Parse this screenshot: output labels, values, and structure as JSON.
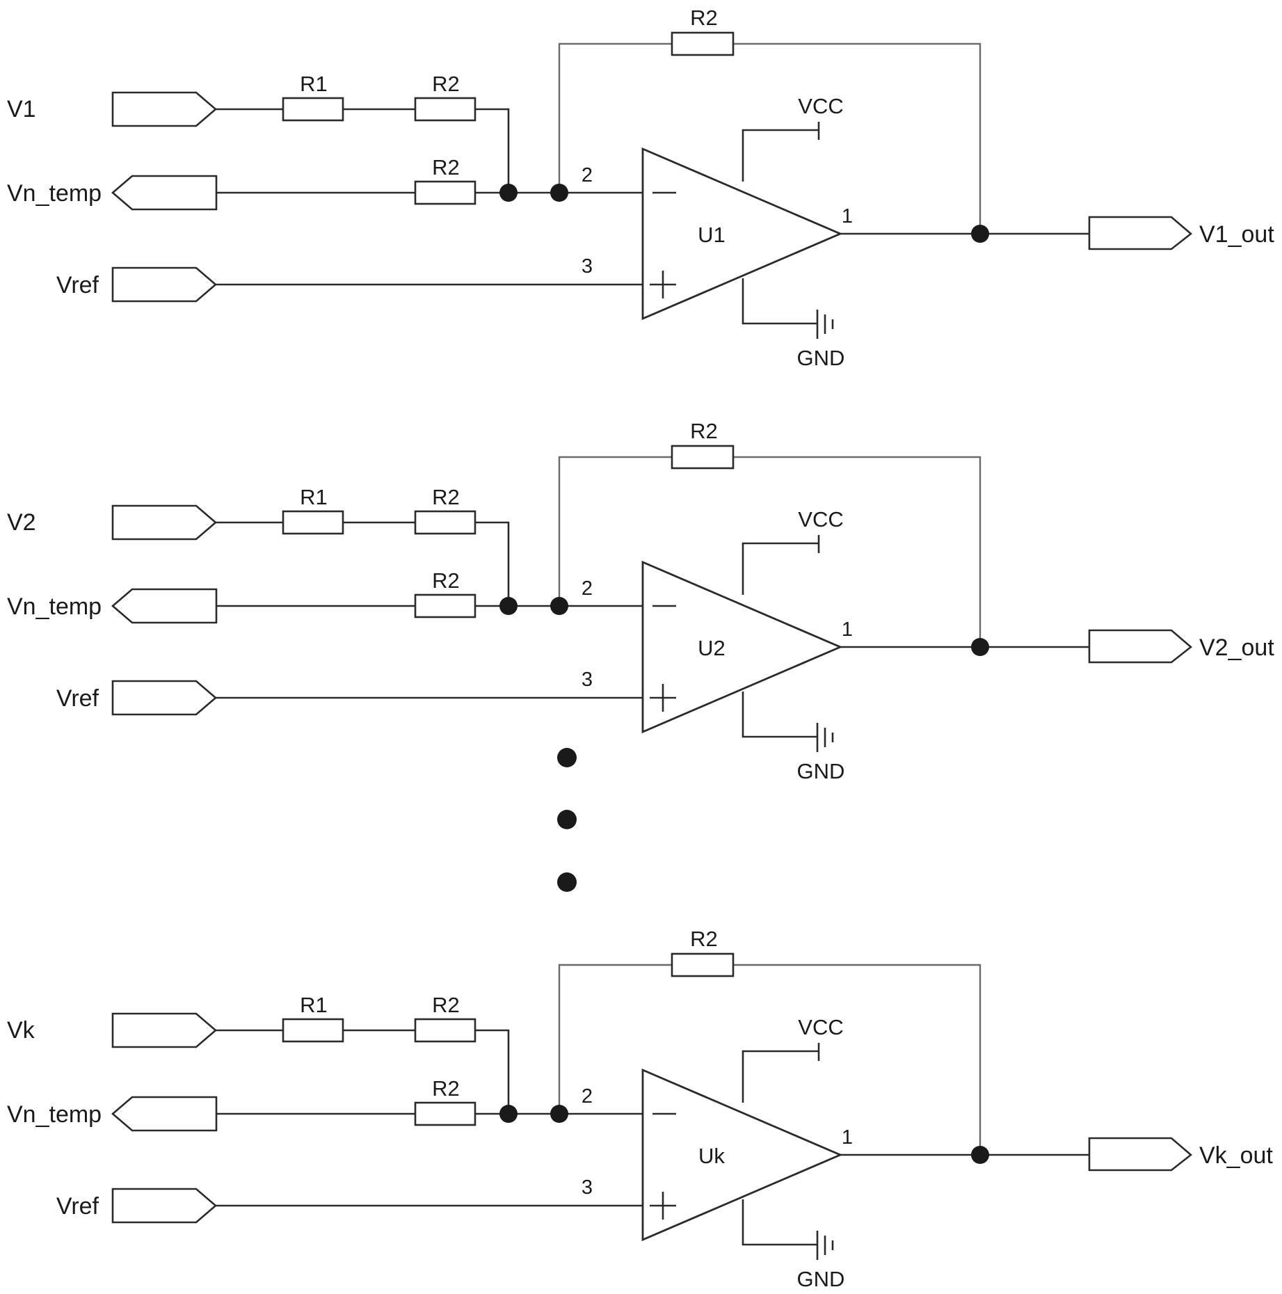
{
  "stages": [
    {
      "id": "stage-1",
      "input": "V1",
      "temp": "Vn_temp",
      "ref": "Vref",
      "r_series_a": "R1",
      "r_series_b": "R2",
      "r_temp": "R2",
      "r_feedback": "R2",
      "amp": "U1",
      "output": "V1_out",
      "pin_inv": "2",
      "pin_noninv": "3",
      "pin_out": "1",
      "vcc": "VCC",
      "gnd": "GND"
    },
    {
      "id": "stage-2",
      "input": "V2",
      "temp": "Vn_temp",
      "ref": "Vref",
      "r_series_a": "R1",
      "r_series_b": "R2",
      "r_temp": "R2",
      "r_feedback": "R2",
      "amp": "U2",
      "output": "V2_out",
      "pin_inv": "2",
      "pin_noninv": "3",
      "pin_out": "1",
      "vcc": "VCC",
      "gnd": "GND"
    },
    {
      "id": "stage-k",
      "input": "Vk",
      "temp": "Vn_temp",
      "ref": "Vref",
      "r_series_a": "R1",
      "r_series_b": "R2",
      "r_temp": "R2",
      "r_feedback": "R2",
      "amp": "Uk",
      "output": "Vk_out",
      "pin_inv": "2",
      "pin_noninv": "3",
      "pin_out": "1",
      "vcc": "VCC",
      "gnd": "GND"
    }
  ],
  "colors": {
    "wire": "#2a2a2a",
    "feedback_wire": "#6a6a6a",
    "background": "#ffffff"
  }
}
